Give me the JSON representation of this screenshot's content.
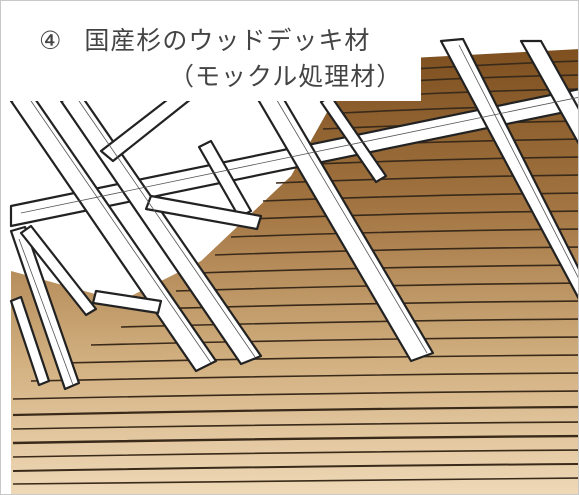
{
  "caption": {
    "number": "④",
    "title": "国産杉のウッドデッキ材",
    "subtitle": "（モックル処理材）"
  },
  "colors": {
    "deck_top": "#8a5a26",
    "deck_bottom": "#ead0ac",
    "plank_line": "#3a2a1a",
    "beam_fill": "#ffffff",
    "beam_stroke": "#222222",
    "caption_text": "#444444"
  },
  "icons": {
    "illustration": "wood-deck-drawing"
  }
}
